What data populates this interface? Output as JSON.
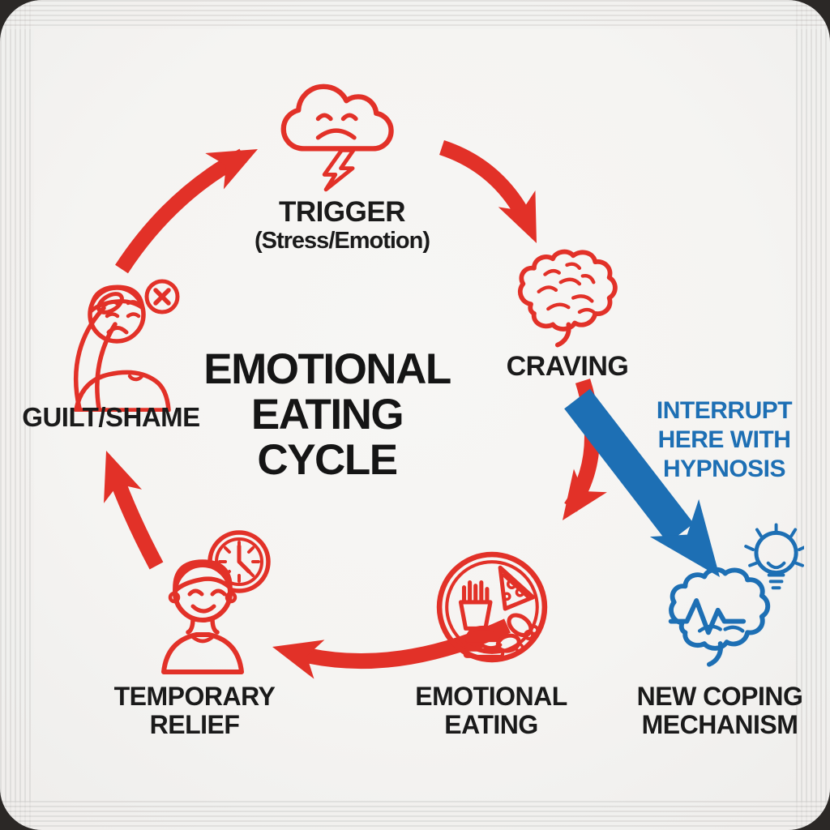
{
  "diagram_type": "cycle",
  "title": "EMOTIONAL EATING CYCLE",
  "colors": {
    "red": "#e23128",
    "blue": "#1d6fb4",
    "ink": "#1a1a1a",
    "board": "#f5f4f2",
    "wall": "#2b2826"
  },
  "cycle": {
    "trigger": {
      "label": "TRIGGER",
      "sublabel": "(Stress/Emotion)",
      "icon": "storm-cloud-icon"
    },
    "craving": {
      "label": "CRAVING",
      "icon": "brain-icon"
    },
    "emotional_eating": {
      "label": "EMOTIONAL EATING",
      "icon": "junk-food-plate-icon"
    },
    "temporary_relief": {
      "label": "TEMPORARY RELIEF",
      "icon": "relaxed-person-clock-icon"
    },
    "guilt_shame": {
      "label": "GUILT/SHAME",
      "icon": "facepalm-person-icon"
    }
  },
  "intervention": {
    "callout": "INTERRUPT HERE WITH HYPNOSIS",
    "outcome": {
      "label": "NEW COPING MECHANISM",
      "icon": "calm-brain-lightbulb-icon"
    }
  }
}
